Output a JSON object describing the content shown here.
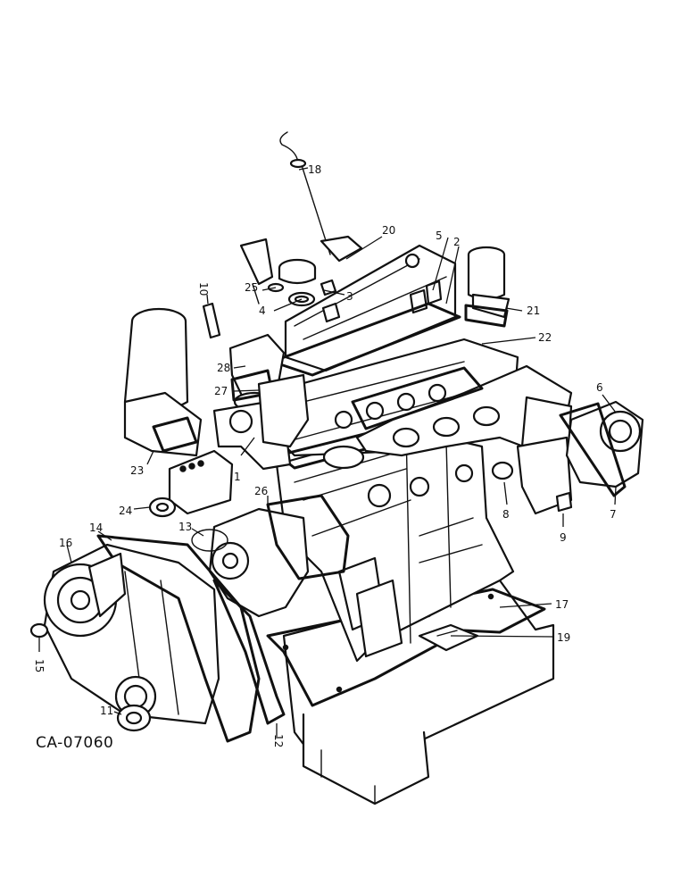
{
  "drawing_id": "CA-07060",
  "callouts": [
    {
      "label": "1"
    },
    {
      "label": "2"
    },
    {
      "label": "3"
    },
    {
      "label": "4"
    },
    {
      "label": "5"
    },
    {
      "label": "6"
    },
    {
      "label": "7"
    },
    {
      "label": "8"
    },
    {
      "label": "9"
    },
    {
      "label": "10"
    },
    {
      "label": "11"
    },
    {
      "label": "12"
    },
    {
      "label": "13"
    },
    {
      "label": "14"
    },
    {
      "label": "15"
    },
    {
      "label": "16"
    },
    {
      "label": "17"
    },
    {
      "label": "18"
    },
    {
      "label": "19"
    },
    {
      "label": "20"
    },
    {
      "label": "21"
    },
    {
      "label": "22"
    },
    {
      "label": "23"
    },
    {
      "label": "24"
    },
    {
      "label": "25"
    },
    {
      "label": "26"
    },
    {
      "label": "27"
    },
    {
      "label": "28"
    }
  ]
}
